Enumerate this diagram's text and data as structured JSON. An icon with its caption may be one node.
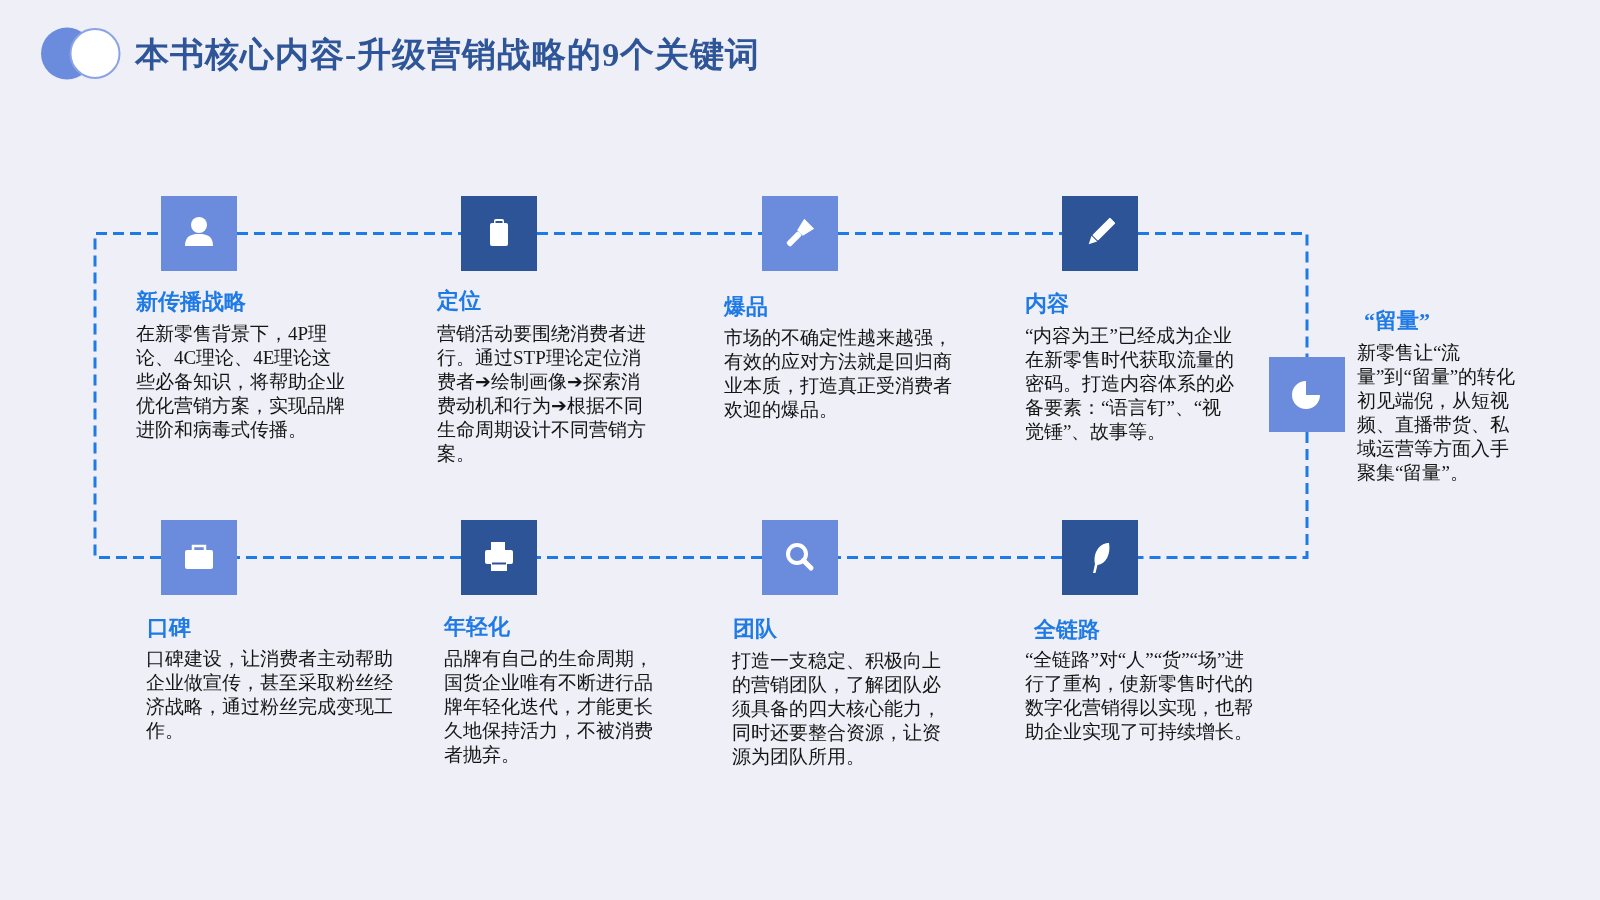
{
  "diagram": {
    "title": "本书核心内容-升级营销战略的9个关键词",
    "nodes": [
      {
        "text": [
          "新传播战略",
          "在新零售背景下，4P理论、4C理论、4E理论这些必备知识，将帮助企业优化营销方案，实现品牌进阶和病毒式传播。"
        ]
      },
      {
        "text": [
          "定位",
          "营销活动要围绕消费者进行。通过STP理论定位消费者➔绘制画像➔探索消费动机和行为➔根据不同生命周期设计不同营销方案。"
        ]
      },
      {
        "text": [
          "爆品",
          "市场的不确定性越来越强，有效的应对方法就是回归商业本质，打造真正受消费者欢迎的爆品。"
        ]
      },
      {
        "text": [
          "内容",
          "“内容为王”已经成为企业在新零售时代获取流量的密码。打造内容体系的必备要素：“语言钉”、“视觉锤”、故事等。"
        ]
      },
      {
        "text": [
          "“留量”",
          "新零售让“流量”到“留量”的转化初见端倪，从短视频、直播带货、私域运营等方面入手聚集“留量”。"
        ]
      },
      {
        "text": [
          "口碑",
          "口碑建设，让消费者主动帮助企业做宣传，甚至采取粉丝经济战略，通过粉丝完成变现工作。"
        ]
      },
      {
        "text": [
          "年轻化",
          "品牌有自己的生命周期，国货企业唯有不断进行品牌年轻化迭代，才能更长久地保持活力，不被消费者抛弃。"
        ]
      },
      {
        "text": [
          "团队",
          "打造一支稳定、积极向上的营销团队，了解团队必须具备的四大核心能力，同时还要整合资源，让资源为团队所用。"
        ]
      },
      {
        "text": [
          "全链路",
          "“全链路”对“人”“货”“场”进行了重构，使新零售时代的数字化营销得以实现，也帮助企业实现了可持续增长。"
        ]
      }
    ],
    "edges": [
      {
        "from": 0,
        "to": 1,
        "arrow": "none",
        "style": "dashed"
      },
      {
        "from": 1,
        "to": 2,
        "arrow": "none",
        "style": "dashed"
      },
      {
        "from": 2,
        "to": 3,
        "arrow": "none",
        "style": "dashed"
      },
      {
        "from": 3,
        "to": 4,
        "arrow": "none",
        "style": "dashed"
      },
      {
        "from": 4,
        "to": 8,
        "arrow": "none",
        "style": "dashed"
      },
      {
        "from": 8,
        "to": 7,
        "arrow": "none",
        "style": "dashed"
      },
      {
        "from": 7,
        "to": 6,
        "arrow": "none",
        "style": "dashed"
      },
      {
        "from": 6,
        "to": 5,
        "arrow": "none",
        "style": "dashed"
      },
      {
        "from": 5,
        "to": 0,
        "arrow": "none",
        "style": "dashed"
      }
    ]
  }
}
